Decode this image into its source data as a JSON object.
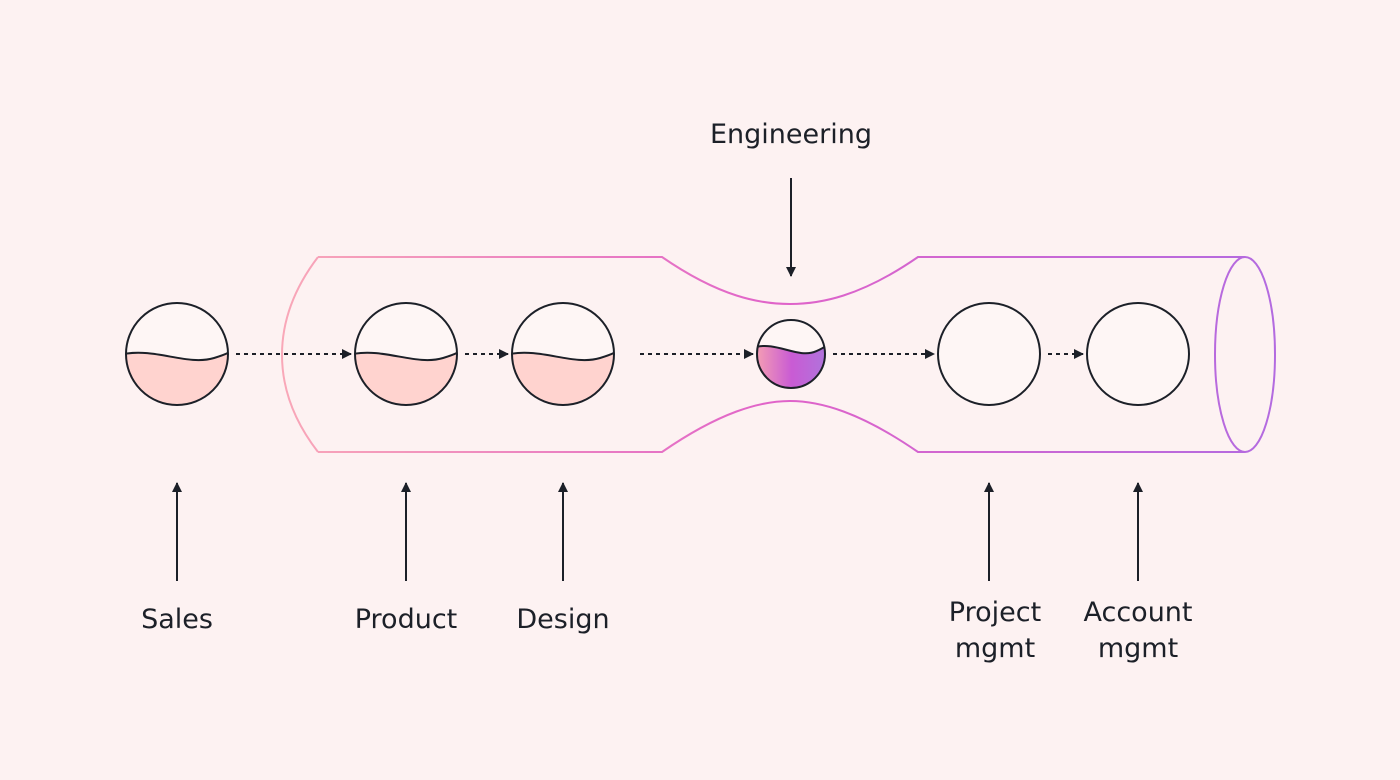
{
  "diagram": {
    "background": "#fdf2f2",
    "colors": {
      "outline": "#1c2028",
      "fill": "#ffd3cf",
      "pipe_start": "#f9a8b8",
      "pipe_mid": "#e063c9",
      "pipe_end": "#b36be0",
      "liquid_start": "#f6a0b2",
      "liquid_mid": "#c95bd4",
      "liquid_end": "#ae75dc"
    },
    "top_label": "Engineering",
    "stages": [
      {
        "id": "sales",
        "label_lines": [
          "Sales"
        ],
        "fill": 0.5,
        "inside_pipe": false
      },
      {
        "id": "product",
        "label_lines": [
          "Product"
        ],
        "fill": 0.5,
        "inside_pipe": true
      },
      {
        "id": "design",
        "label_lines": [
          "Design"
        ],
        "fill": 0.5,
        "inside_pipe": true
      },
      {
        "id": "engineering",
        "label_lines": [
          "Engineering"
        ],
        "fill": 0.6,
        "inside_pipe": true,
        "bottleneck": true
      },
      {
        "id": "project-mgmt",
        "label_lines": [
          "Project",
          "mgmt"
        ],
        "fill": 0,
        "inside_pipe": true
      },
      {
        "id": "account-mgmt",
        "label_lines": [
          "Account",
          "mgmt"
        ],
        "fill": 0,
        "inside_pipe": true
      }
    ]
  }
}
